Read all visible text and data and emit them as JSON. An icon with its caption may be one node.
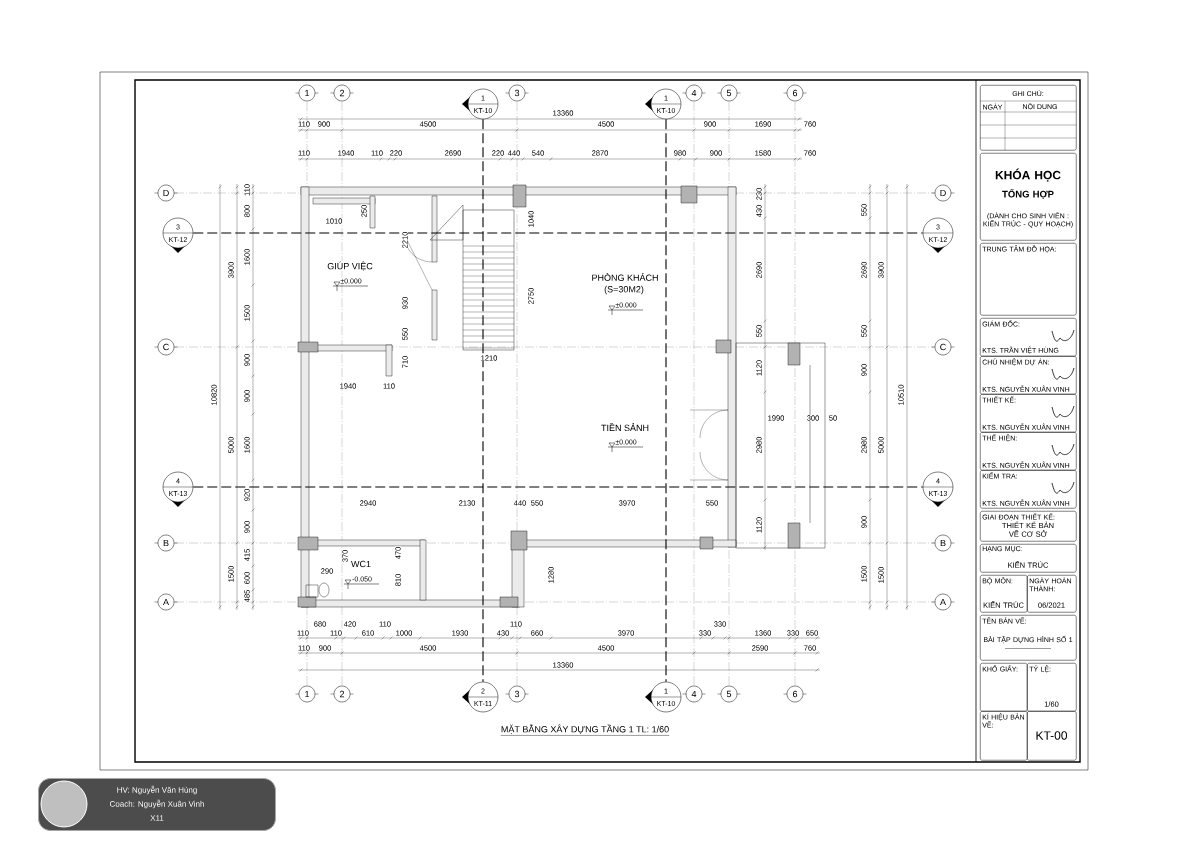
{
  "diagram": {
    "title": "MẶT BẰNG XÂY DỰNG TẦNG 1 TL: 1/60",
    "nodes": [
      {
        "text": [
          "1"
        ]
      },
      {
        "text": [
          "2"
        ]
      },
      {
        "text": [
          "1",
          "KT-10"
        ]
      },
      {
        "text": [
          "3"
        ]
      },
      {
        "text": [
          "1",
          "KT-10"
        ]
      },
      {
        "text": [
          "4"
        ]
      },
      {
        "text": [
          "5"
        ]
      },
      {
        "text": [
          "6"
        ]
      },
      {
        "text": [
          "D"
        ]
      },
      {
        "text": [
          "D"
        ]
      },
      {
        "text": [
          "3",
          "KT-12"
        ]
      },
      {
        "text": [
          "3",
          "KT-12"
        ]
      },
      {
        "text": [
          "C"
        ]
      },
      {
        "text": [
          "C"
        ]
      },
      {
        "text": [
          "4",
          "KT-13"
        ]
      },
      {
        "text": [
          "4",
          "KT-13"
        ]
      },
      {
        "text": [
          "B"
        ]
      },
      {
        "text": [
          "B"
        ]
      },
      {
        "text": [
          "A"
        ]
      },
      {
        "text": [
          "A"
        ]
      },
      {
        "text": [
          "1"
        ]
      },
      {
        "text": [
          "2"
        ]
      },
      {
        "text": [
          "2",
          "KT-11"
        ]
      },
      {
        "text": [
          "3"
        ]
      },
      {
        "text": [
          "1",
          "KT-10"
        ]
      },
      {
        "text": [
          "4"
        ]
      },
      {
        "text": [
          "5"
        ]
      },
      {
        "text": [
          "6"
        ]
      },
      {
        "text": [
          "GHI CHÚ:",
          "NGÀY",
          "NỘI DUNG"
        ]
      },
      {
        "text": [
          "KHÓA HỌC",
          "TỔNG HỢP",
          "(DÀNH CHO SINH VIÊN : KIẾN TRÚC - QUY HOẠCH)"
        ]
      },
      {
        "text": [
          "TRUNG TÂM ĐỒ HỌA:"
        ]
      },
      {
        "text": [
          "GIÁM ĐỐC:",
          "KTS. TRẦN VIỆT HÙNG"
        ]
      },
      {
        "text": [
          "CHỦ NHIỆM DỰ ÁN:",
          "KTS. NGUYỄN XUÂN VINH"
        ]
      },
      {
        "text": [
          "THIẾT KẾ:",
          "KTS. NGUYỄN XUÂN VINH"
        ]
      },
      {
        "text": [
          "THỂ HIỆN:",
          "KTS. NGUYỄN XUÂN VINH"
        ]
      },
      {
        "text": [
          "KIỂM TRA:",
          "KTS. NGUYỄN XUÂN VINH"
        ]
      },
      {
        "text": [
          "GIAI ĐOẠN THIẾT KẾ:",
          "THIẾT KẾ BẢN VẼ CƠ SỞ"
        ]
      },
      {
        "text": [
          "HẠNG MỤC:",
          "KIẾN TRÚC"
        ]
      },
      {
        "text": [
          "BỘ MÔN:",
          "KIẾN TRÚC"
        ]
      },
      {
        "text": [
          "NGÀY HOÀN THÀNH:",
          "06/2021"
        ]
      },
      {
        "text": [
          "TÊN BẢN VẼ:",
          "BÀI TẬP DỰNG HÌNH SỐ 1"
        ]
      },
      {
        "text": [
          "KHỔ GIẤY:"
        ]
      },
      {
        "text": [
          "TỶ LỆ:",
          "1/60"
        ]
      },
      {
        "text": [
          "KÍ HIỆU BẢN VẼ:"
        ]
      },
      {
        "text": [
          "KT-00"
        ]
      },
      {
        "text": [
          "HV: Nguyễn Văn Hùng",
          "Coach: Nguyễn Xuân Vinh",
          "X11"
        ]
      }
    ],
    "edges": [
      {
        "from": 2,
        "to": 22,
        "arrow": "none",
        "style": "dashed"
      },
      {
        "from": 4,
        "to": 24,
        "arrow": "none",
        "style": "dashed"
      },
      {
        "from": 10,
        "to": 11,
        "arrow": "none",
        "style": "dashed"
      },
      {
        "from": 14,
        "to": 15,
        "arrow": "none",
        "style": "dashed"
      }
    ],
    "labels": [
      "13360",
      "110",
      "900",
      "4500",
      "4500",
      "900",
      "1690",
      "760",
      "110",
      "1940",
      "110",
      "220",
      "2690",
      "220",
      "440",
      "540",
      "2870",
      "980",
      "900",
      "1580",
      "760",
      "10820",
      "3900",
      "5000",
      "1500",
      "110",
      "800",
      "1600",
      "1500",
      "900",
      "900",
      "1600",
      "920",
      "900",
      "415",
      "600",
      "485",
      "1010",
      "250",
      "2210",
      "GIÚP VIỆC",
      "±0.000",
      "930",
      "550",
      "710",
      "1940",
      "110",
      "1040",
      "2750",
      "1210",
      "PHÒNG KHÁCH",
      "(S=30M2)",
      "±0.000",
      "TIỀN SẢNH",
      "±0.000",
      "2940",
      "2130",
      "440",
      "550",
      "3970",
      "550",
      "370",
      "470",
      "290",
      "WC1",
      "-0.050",
      "810",
      "1280",
      "230",
      "430",
      "2690",
      "550",
      "1120",
      "1990",
      "300",
      "50",
      "2980",
      "1120",
      "550",
      "2690",
      "550",
      "900",
      "2980",
      "900",
      "1500",
      "3900",
      "5000",
      "1500",
      "10510",
      "110",
      "680",
      "110",
      "420",
      "610",
      "110",
      "1000",
      "1930",
      "430",
      "110",
      "660",
      "3970",
      "330",
      "330",
      "1360",
      "330",
      "650",
      "110",
      "900",
      "4500",
      "4500",
      "2590",
      "760",
      "13360"
    ]
  }
}
